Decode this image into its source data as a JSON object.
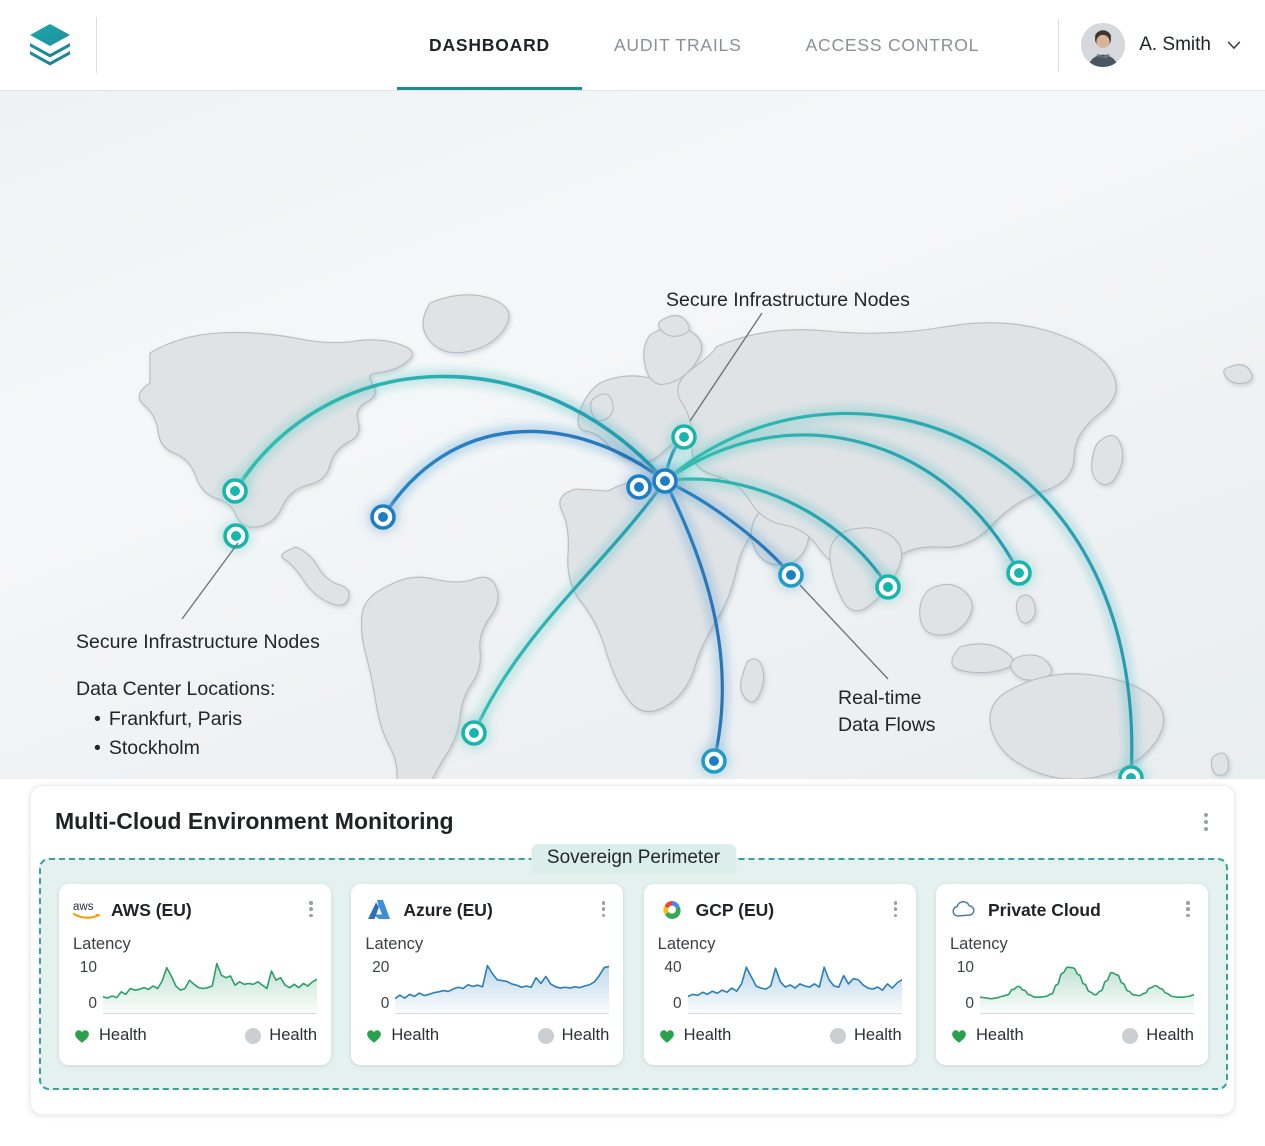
{
  "header": {
    "logo_icon": "layers-stack-icon",
    "nav": [
      {
        "label": "DASHBOARD",
        "active": true
      },
      {
        "label": "AUDIT TRAILS",
        "active": false
      },
      {
        "label": "ACCESS CONTROL",
        "active": false
      }
    ],
    "user": {
      "name": "A. Smith",
      "avatar_icon": "user-avatar",
      "chevron_icon": "chevron-down-icon"
    },
    "accent_color": "#1c8c93"
  },
  "map": {
    "annotation_nodes_top": "Secure Infrastructure Nodes",
    "annotation_nodes_left": "Secure Infrastructure Nodes",
    "annotation_flows": "Real-time\nData Flows",
    "annotation_flows_line1": "Real-time",
    "annotation_flows_line2": "Data Flows",
    "legend_title": "Data Center Locations:",
    "legend_items": [
      "Frankfurt, Paris",
      "Stockholm"
    ],
    "node_color_teal": "#19b6ad",
    "node_color_blue": "#1b7fc4",
    "flow_color_teal": "#21b3a8",
    "flow_color_blue": "#1f79bf",
    "land_color": "#dde1e4"
  },
  "panel": {
    "title": "Multi-Cloud Environment Monitoring",
    "kebab_icon": "more-vertical-icon",
    "perimeter_label": "Sovereign Perimeter",
    "perimeter_color": "#39a0a3",
    "cards": [
      {
        "id": "aws",
        "name": "AWS (EU)",
        "logo_icon": "aws-logo-icon",
        "kebab_icon": "more-vertical-icon",
        "metric_label": "Latency",
        "y_max": "10",
        "y_min": "0",
        "line_color": "#2e9e6b",
        "fill_color": "#2e9e6b",
        "health_left": "Health",
        "health_right": "Health",
        "health_left_icon": "heart-icon",
        "health_left_color": "#2aa14f",
        "health_right_icon": "circle-icon",
        "health_right_color": "#c9cfd3"
      },
      {
        "id": "azure",
        "name": "Azure (EU)",
        "logo_icon": "azure-logo-icon",
        "kebab_icon": "more-vertical-icon",
        "metric_label": "Latency",
        "y_max": "20",
        "y_min": "0",
        "line_color": "#2b7fb8",
        "fill_color": "#2b7fb8",
        "health_left": "Health",
        "health_right": "Health",
        "health_left_icon": "heart-icon",
        "health_left_color": "#2aa14f",
        "health_right_icon": "circle-icon",
        "health_right_color": "#c9cfd3"
      },
      {
        "id": "gcp",
        "name": "GCP (EU)",
        "logo_icon": "gcp-logo-icon",
        "kebab_icon": "more-vertical-icon",
        "metric_label": "Latency",
        "y_max": "40",
        "y_min": "0",
        "line_color": "#2b7fb8",
        "fill_color": "#2b7fb8",
        "health_left": "Health",
        "health_right": "Health",
        "health_left_icon": "heart-icon",
        "health_left_color": "#2aa14f",
        "health_right_icon": "circle-icon",
        "health_right_color": "#c9cfd3"
      },
      {
        "id": "private",
        "name": "Private Cloud",
        "logo_icon": "cloud-outline-icon",
        "kebab_icon": "more-vertical-icon",
        "metric_label": "Latency",
        "y_max": "10",
        "y_min": "0",
        "line_color": "#2e9e6b",
        "fill_color": "#2e9e6b",
        "health_left": "Health",
        "health_right": "Health",
        "health_left_icon": "heart-icon",
        "health_left_color": "#2aa14f",
        "health_right_icon": "circle-icon",
        "health_right_color": "#c9cfd3"
      }
    ]
  },
  "chart_data": [
    {
      "type": "line",
      "title": "AWS (EU) Latency",
      "ylabel": "Latency",
      "ylim": [
        0,
        12
      ],
      "yticks": [
        0,
        10
      ],
      "grid": false,
      "legend": "none",
      "values": [
        3.4,
        3.1,
        3.6,
        3.2,
        4.6,
        4.0,
        5.4,
        5.0,
        5.2,
        5.6,
        5.2,
        6.0,
        5.4,
        7.2,
        10.4,
        8.4,
        6.0,
        5.0,
        5.4,
        7.4,
        6.4,
        5.6,
        5.4,
        5.6,
        6.0,
        11.4,
        8.6,
        8.0,
        8.4,
        6.2,
        7.0,
        6.4,
        6.6,
        6.4,
        7.0,
        6.2,
        5.4,
        9.6,
        7.4,
        8.0,
        6.2,
        5.6,
        6.4,
        5.6,
        6.6,
        6.0,
        7.0,
        7.6
      ]
    },
    {
      "type": "line",
      "title": "Azure (EU) Latency",
      "ylabel": "Latency",
      "ylim": [
        0,
        24
      ],
      "yticks": [
        0,
        20
      ],
      "grid": false,
      "legend": "none",
      "values": [
        6.0,
        7.6,
        6.2,
        8.0,
        7.0,
        8.6,
        7.4,
        8.0,
        8.8,
        9.2,
        9.8,
        9.4,
        10.6,
        11.4,
        10.8,
        12.6,
        11.8,
        12.4,
        11.6,
        21.8,
        18.0,
        15.0,
        14.6,
        14.2,
        13.0,
        12.4,
        11.4,
        12.0,
        11.4,
        16.0,
        13.2,
        16.6,
        13.0,
        11.6,
        11.0,
        11.4,
        11.0,
        11.6,
        11.2,
        12.0,
        12.6,
        14.0,
        17.0,
        20.8,
        21.4
      ]
    },
    {
      "type": "line",
      "title": "GCP (EU) Latency",
      "ylabel": "Latency",
      "ylim": [
        0,
        48
      ],
      "yticks": [
        0,
        40
      ],
      "grid": false,
      "legend": "none",
      "values": [
        14.0,
        16.0,
        15.0,
        18.0,
        16.0,
        19.0,
        17.0,
        20.0,
        18.0,
        22.0,
        19.0,
        26.0,
        42.0,
        33.0,
        24.0,
        22.0,
        21.0,
        24.0,
        41.0,
        28.0,
        23.0,
        25.0,
        22.0,
        26.0,
        24.0,
        23.0,
        26.0,
        23.0,
        42.0,
        30.0,
        24.0,
        23.0,
        34.0,
        26.0,
        31.0,
        30.0,
        25.0,
        22.0,
        21.0,
        23.0,
        20.0,
        26.0,
        22.0,
        27.0,
        30.0
      ]
    },
    {
      "type": "line",
      "title": "Private Cloud Latency",
      "ylabel": "Latency",
      "ylim": [
        0,
        13
      ],
      "yticks": [
        0,
        10
      ],
      "grid": false,
      "legend": "none",
      "values": [
        3.6,
        3.4,
        3.2,
        3.4,
        3.8,
        4.2,
        5.6,
        6.4,
        5.4,
        4.2,
        3.6,
        3.6,
        3.8,
        4.4,
        6.8,
        9.8,
        11.4,
        11.2,
        9.4,
        7.0,
        5.0,
        4.2,
        5.2,
        7.8,
        10.0,
        9.4,
        7.2,
        5.2,
        4.2,
        4.0,
        4.6,
        6.0,
        6.6,
        5.8,
        4.6,
        3.8,
        3.6,
        3.6,
        3.8,
        4.2
      ]
    }
  ]
}
